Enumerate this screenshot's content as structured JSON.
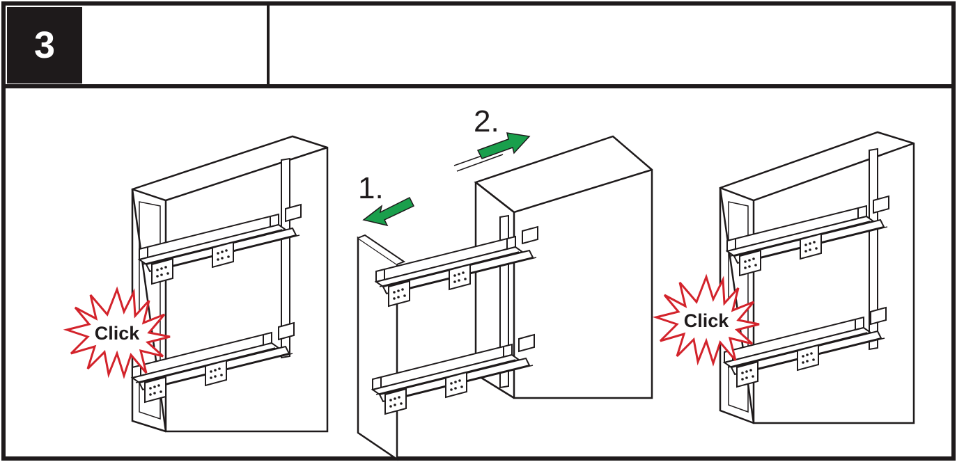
{
  "header": {
    "step_number": "3",
    "title": "",
    "description": ""
  },
  "panels": [
    {
      "id": "before",
      "callout": "Click"
    },
    {
      "id": "action",
      "step1_label": "1.",
      "step2_label": "2."
    },
    {
      "id": "after",
      "callout": "Click"
    }
  ],
  "colors": {
    "frame": "#1e1a1b",
    "arrow": "#1a9f4c",
    "burst_stroke": "#d3232b",
    "burst_fill": "#ffffff"
  },
  "icons": [
    "arrow-left-icon",
    "arrow-right-icon",
    "click-burst-icon"
  ]
}
